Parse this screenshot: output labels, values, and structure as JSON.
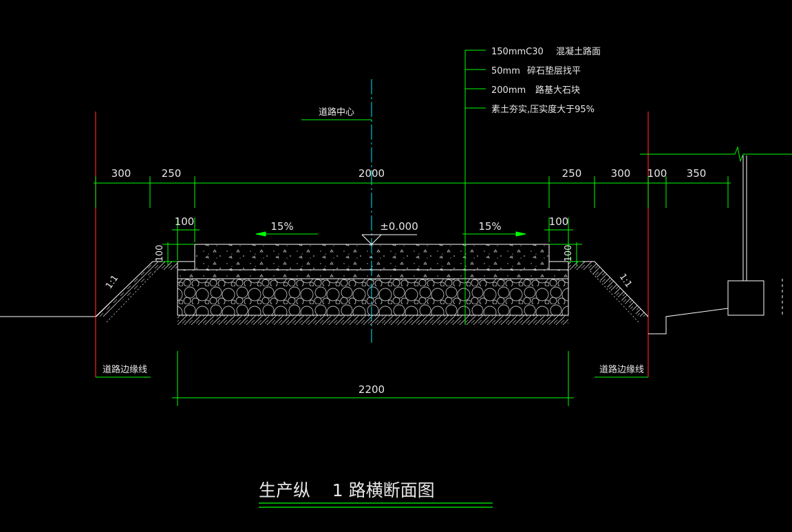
{
  "drawing": {
    "title": "生产纵    1 路横断面图",
    "layers": [
      {
        "material": "150mmC30",
        "name": "混凝土路面"
      },
      {
        "material": "50mm",
        "name": "碎石垫层找平"
      },
      {
        "material": "200mm",
        "name": "路基大石块"
      },
      {
        "material": "",
        "name": "素土夯实,压实度大于95%"
      }
    ],
    "centerline_label": "道路中心",
    "edge_label_left": "道路边缘线",
    "edge_label_right": "道路边缘线",
    "top_dims": [
      "300",
      "250",
      "2000",
      "250",
      "300",
      "100",
      "350"
    ],
    "bottom_dim": "2200",
    "curb_width_left": "100",
    "curb_width_right": "100",
    "curb_height_left": "100",
    "curb_height_right": "100",
    "slope_left": "15%",
    "slope_right": "15%",
    "elevation": "±0.000",
    "side_slope_left": "1:1",
    "side_slope_right": "1:1",
    "colors": {
      "background": "#000000",
      "dimension": "#00ff00",
      "edge_line": "#ff0000",
      "centerline": "#00ffff",
      "outline": "#ffffff",
      "text": "#e8e8e8"
    }
  }
}
